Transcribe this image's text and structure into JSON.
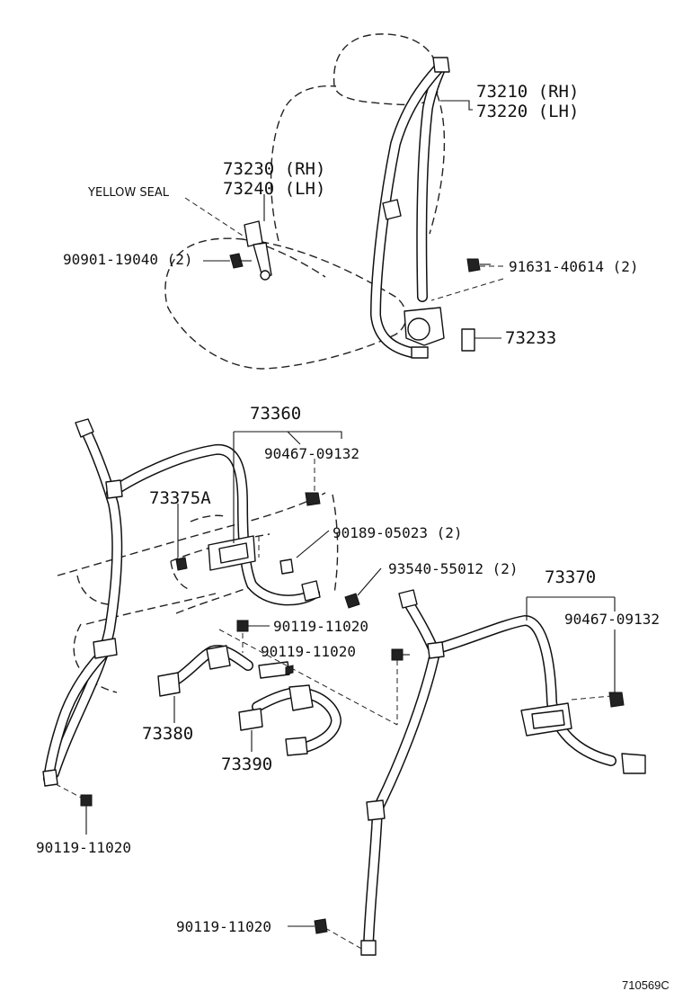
{
  "labels": {
    "p73210": "73210 (RH)",
    "p73220": "73220 (LH)",
    "p73230": "73230 (RH)",
    "p73240": "73240 (LH)",
    "yellow_seal": "YELLOW SEAL",
    "p90901": "90901-19040 (2)",
    "p91631": "91631-40614 (2)",
    "p73233": "73233",
    "p73360": "73360",
    "p90467a": "90467-09132",
    "p73375a": "73375A",
    "p90189": "90189-05023 (2)",
    "p93540": "93540-55012 (2)",
    "p73370": "73370",
    "p90467b": "90467-09132",
    "p90119a": "90119-11020",
    "p90119b": "90119-11020",
    "p73380": "73380",
    "p73390": "73390",
    "p90119c": "90119-11020",
    "p90119d": "90119-11020",
    "diagram_id": "710569C"
  }
}
